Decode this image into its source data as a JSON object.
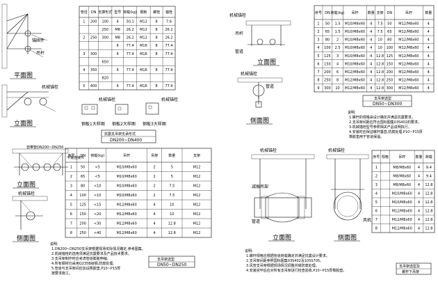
{
  "labels": {
    "plan_view": "平面图",
    "elevation_view": "立面图",
    "side_view": "侧面图",
    "steel_plate_1": "钢板1大样图",
    "steel_plate_2": "钢板2大样图",
    "steel_plate_3": "钢板3大样图",
    "table1_caption": "抗震支吊架支承形式",
    "table1_range": "DN200~DN400",
    "table2_caption": "支吊架选型",
    "table2_range": "DN50~DN250",
    "table3_caption": "支吊架选型",
    "table3_range": "DN50~DN300",
    "table4_caption": "支吊架选型及",
    "table4_range": "螺杆下吊架",
    "anchor": "机械锚栓",
    "pipe_label": "管道",
    "clamp_label": "减振吊架",
    "pipe_hanger": "风机",
    "note_dn": "自带管DN200~DN250",
    "note_side": "卡箍连接件"
  },
  "notes": {
    "left_title": "说明:",
    "left": [
      "1.DN200~DN250支吊架根据现场实际情况确定,参考图集。",
      "2.机械锚栓的选用须满足抗震要求及产品技术要求。",
      "3.支吊架制作时应考虑管道膨胀伸缩。",
      "4.所有钢材均采用Q235B级钢,防腐处理。",
      "5.管道与支吊架间应加设橡胶垫,P10~P15厚",
      "  按要求施工。"
    ],
    "right_top_title": "说明:",
    "right_top": [
      "1.螺杆的规格由设计确定并满足抗震要求。",
      "2.支吊架间距应符合国标图集03S402的要求。",
      "3.机械锚栓型号参照相关产品说明执行。",
      "4.安装时应保证螺杆垂直,防腐处理,P10~P15厚",
      "  橡胶垫用于管道保温。"
    ],
    "right_bottom_title": "说明:",
    "right_bottom": [
      "1.螺杆规格应根据管道荷载确定并满足抗震设计要求。",
      "2.支吊架间距参照国标图集03S402及10SS705。",
      "3.风管支吊架根据现场情况调整并做防腐处理。",
      "4.安装完毕后应对所有支吊架进行检查验收,P10~P15厚橡胶垫。"
    ]
  },
  "tables": {
    "t1": {
      "header": [
        "管径",
        "DN",
        "支撑形式",
        "型号",
        "荷载(kg)",
        "钢板",
        "螺栓",
        "锚栓"
      ],
      "rows": [
        [
          "1",
          "200",
          "100",
          "6",
          "50.1",
          "M12",
          "8",
          "7.6"
        ],
        [
          "",
          "",
          "250",
          "M8",
          "26.2",
          "M12",
          "8",
          "26.2"
        ],
        [
          "2",
          "250",
          "300",
          "M8",
          "26.2",
          "M12",
          "8",
          "26.2"
        ],
        [
          "",
          "",
          "",
          "6",
          "77.4",
          "M16",
          "8",
          "77.4"
        ],
        [
          "3",
          "300",
          "",
          "6",
          "77.4",
          "M16",
          "8",
          "77.4"
        ],
        [
          "",
          "",
          "650",
          "",
          "",
          "",
          "",
          ""
        ],
        [
          "4",
          "350",
          "",
          "6",
          "77.4",
          "M16",
          "8",
          "77.4"
        ],
        [
          "",
          "",
          "820",
          "",
          "",
          "",
          "",
          ""
        ],
        [
          "5",
          "400",
          "",
          "6",
          "77.4",
          "M16",
          "8",
          "77.4"
        ]
      ]
    },
    "t2": {
      "header": [
        "序号",
        "DN",
        "荷载(kg)",
        "吊杆",
        "吊架",
        "数量",
        "支架"
      ],
      "rows": [
        [
          "1",
          "50",
          "<5",
          "M10/M8x60",
          "2",
          "5",
          "M12"
        ],
        [
          "2",
          "65",
          "<5",
          "M10/M8x60",
          "2",
          "5",
          "M12"
        ],
        [
          "3",
          "80",
          "<10",
          "M10/M8x60",
          "2",
          "7.5",
          "M12"
        ],
        [
          "4",
          "100",
          "<10",
          "M10/M8x60",
          "2",
          "7.5",
          "M12"
        ],
        [
          "5",
          "125",
          "<15",
          "M12/M8x60",
          "4",
          "10",
          "M12"
        ],
        [
          "6",
          "150",
          "<20",
          "M12/M8x60",
          "4",
          "10",
          "M12"
        ],
        [
          "7",
          "200",
          "<30",
          "M12/M8x60",
          "4",
          "12.8",
          "M12"
        ],
        [
          "8",
          "250",
          "<40",
          "M12/M8x60",
          "4",
          "12.8",
          "M12"
        ]
      ]
    },
    "t3": {
      "header": [
        "序号",
        "DN",
        "荷载(kg)",
        "吊杆",
        "数量",
        "支架",
        "DN",
        "吊杆",
        "数量"
      ],
      "rows": [
        [
          "1",
          "50",
          "1.5",
          "M10/M8x60",
          "4",
          "7.5",
          "50",
          "M12/M8x60",
          "4"
        ],
        [
          "2",
          "65",
          "1.5",
          "M10/M8x60",
          "4",
          "7.5",
          "65",
          "M12/M8x60",
          "4"
        ],
        [
          "3",
          "80",
          "2",
          "M10/M8x60",
          "4",
          "10",
          "80",
          "M12/M8x60",
          "4"
        ],
        [
          "4",
          "100",
          "2.5",
          "M10/M8x60",
          "4",
          "10",
          "100",
          "M12/M8x60",
          "4"
        ],
        [
          "5",
          "125",
          "3",
          "M10/M8x60",
          "4",
          "12.8",
          "125",
          "M12/M8x60",
          "4"
        ],
        [
          "6",
          "150",
          "4",
          "M10/M8x60",
          "4",
          "12.8",
          "150",
          "M12/M8x60",
          "4"
        ],
        [
          "7",
          "200",
          "6",
          "M12/M8x60",
          "4",
          "12.8",
          "200",
          "M12/M8x60",
          "4"
        ],
        [
          "8",
          "250",
          "8",
          "M12/M8x60",
          "4",
          "12.8",
          "250",
          "M12/M8x60",
          "4"
        ],
        [
          "9",
          "300",
          "10",
          "M12/M8x60",
          "4",
          "12.8",
          "300",
          "M12/M8x60",
          "4"
        ]
      ]
    },
    "t4": {
      "header": [
        "序号",
        "规格",
        "吊杆",
        "数量",
        "荷载"
      ],
      "rows": [
        [
          "1",
          "",
          "M8/M8x60",
          "4",
          "9.4"
        ],
        [
          "2",
          "",
          "M8/M8x60",
          "4",
          "9.4"
        ],
        [
          "3",
          "",
          "M8/M8x60",
          "4",
          "12.8"
        ],
        [
          "4",
          "",
          "M10/M8x60",
          "4",
          "12.8"
        ],
        [
          "5",
          "",
          "M10/M8x60",
          "4",
          "12.8"
        ],
        [
          "6",
          "",
          "M12/M8x60",
          "4",
          "12.8"
        ],
        [
          "7",
          "",
          "M12/M8x60",
          "4",
          "12.8"
        ],
        [
          "8",
          "",
          "M12/M8x60",
          "4",
          "12.8"
        ]
      ]
    }
  }
}
